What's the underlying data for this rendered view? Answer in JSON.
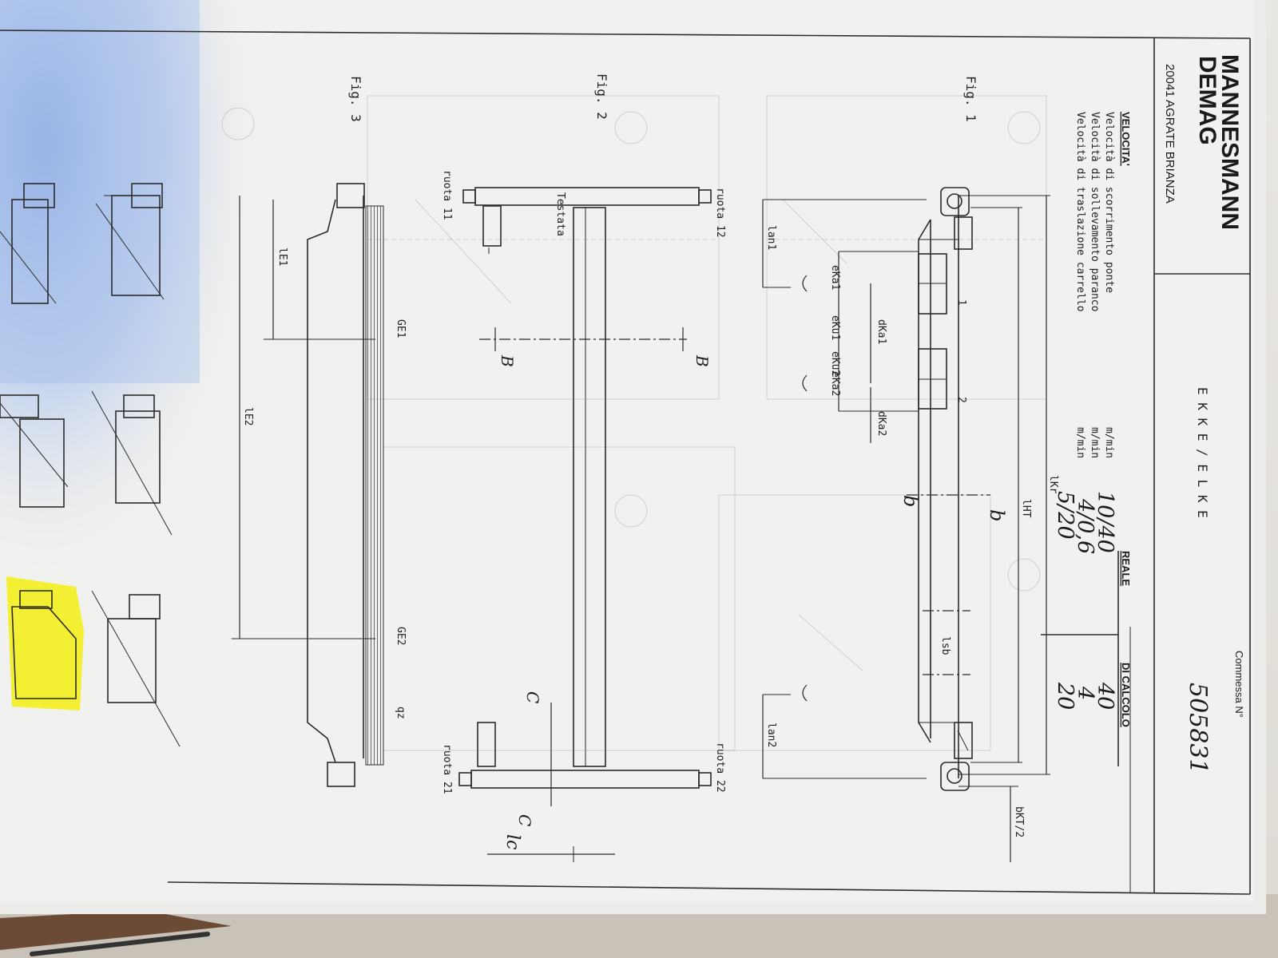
{
  "company": {
    "name_line1": "MANNESMANN",
    "name_line2": "DEMAG",
    "address": "20041 AGRATE BRIANZA"
  },
  "header": {
    "model": "E K K E / E L K E",
    "commessa_label": "Commessa N°",
    "commessa_number": "505831"
  },
  "speeds": {
    "title": "VELOCITA'",
    "col_reale": "REALE",
    "col_calcolo": "DI CALCOLO",
    "rows": [
      {
        "label": "Velocità di scorrimento ponte",
        "unit": "m/min",
        "reale": "10/40",
        "calcolo": "40"
      },
      {
        "label": "Velocità di sollevamento paranco",
        "unit": "m/min",
        "reale": "4/0,6",
        "calcolo": "4"
      },
      {
        "label": "Velocità di traslazione carrello",
        "unit": "m/min",
        "reale": "5/20",
        "calcolo": "20"
      }
    ]
  },
  "fig1": {
    "title": "Fig. 1",
    "labels": {
      "lkr": "lKr",
      "lht": "lHT",
      "bkt": "bKT/2",
      "lan1": "lan1",
      "lan2": "lan2",
      "eka1": "eKa1",
      "eku1": "eKu1",
      "eku2": "eKu2",
      "eka2": "eKa2",
      "dka1": "dKa1",
      "dka2": "dKa2",
      "lsb": "lsb",
      "one": "1",
      "two": "2",
      "b_top": "b",
      "b_bottom": "b"
    }
  },
  "fig2": {
    "title": "Fig. 2",
    "labels": {
      "testata": "Testata",
      "ruota11": "ruota 11",
      "ruota12": "ruota 12",
      "ruota21": "ruota 21",
      "ruota22": "ruota 22",
      "b_left": "B",
      "b_right": "B",
      "c_left": "C",
      "c_right": "C",
      "lc": "lc"
    }
  },
  "fig3": {
    "title": "Fig. 3",
    "labels": {
      "le1": "lE1",
      "le2": "lE2",
      "ge1": "GE1",
      "ge2": "GE2",
      "qz": "qz"
    }
  },
  "highlight_color": "#f3f01e",
  "shadow_color": "#a9c2ea"
}
